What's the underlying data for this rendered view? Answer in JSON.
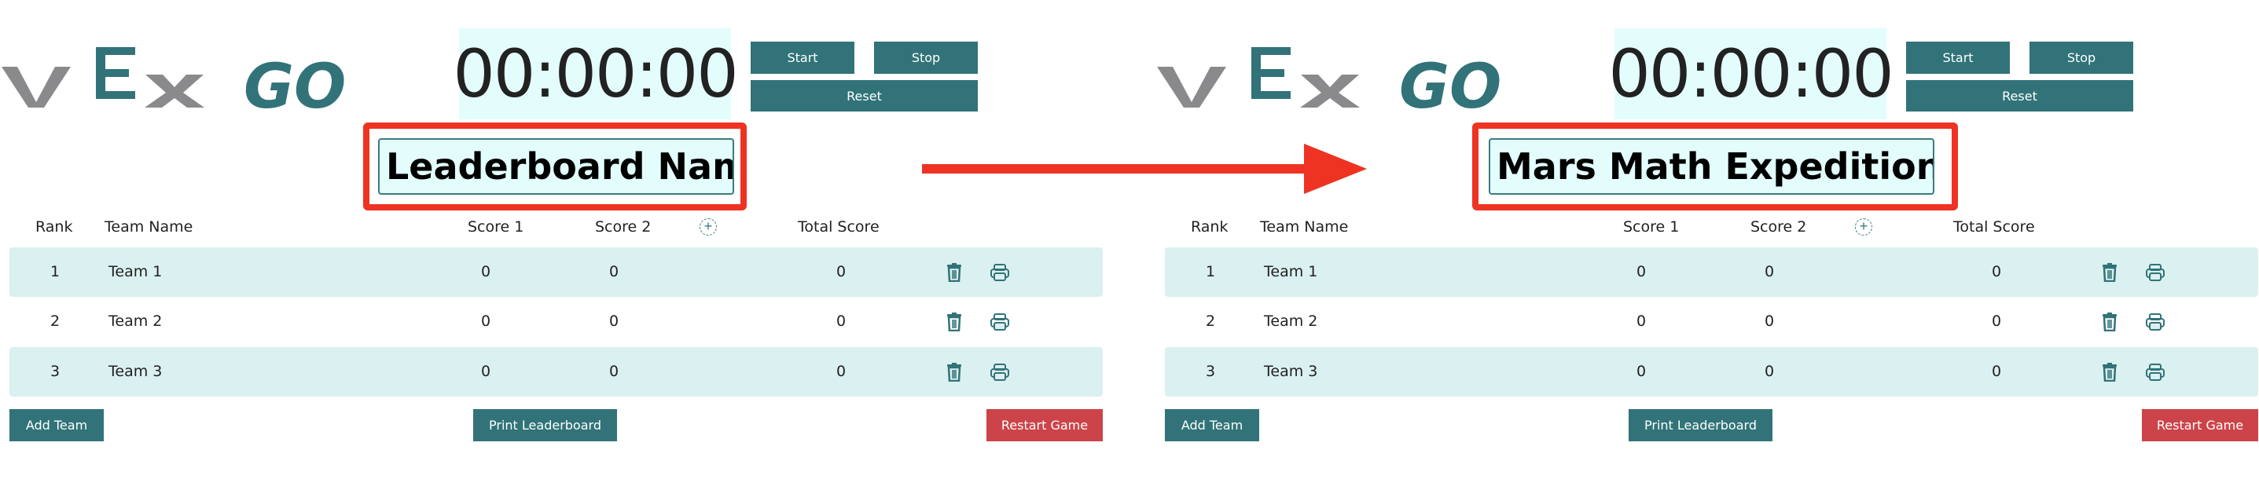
{
  "colors": {
    "accent": "#317378",
    "danger": "#cc4449",
    "highlight": "#ee3323",
    "timer_bg": "#e3fdfd",
    "row_bg": "#dbf0f0"
  },
  "panels": [
    {
      "logo": "VEX GO",
      "timer": "00:00:00",
      "start_label": "Start",
      "stop_label": "Stop",
      "reset_label": "Reset",
      "leaderboard_name": "Leaderboard Nam",
      "headers": {
        "rank": "Rank",
        "team": "Team Name",
        "score1": "Score 1",
        "score2": "Score 2",
        "add_score": "+",
        "total": "Total Score"
      },
      "rows": [
        {
          "rank": "1",
          "team": "Team 1",
          "score1": "0",
          "score2": "0",
          "total": "0"
        },
        {
          "rank": "2",
          "team": "Team 2",
          "score1": "0",
          "score2": "0",
          "total": "0"
        },
        {
          "rank": "3",
          "team": "Team 3",
          "score1": "0",
          "score2": "0",
          "total": "0"
        }
      ],
      "add_team": "Add Team",
      "print_leaderboard": "Print Leaderboard",
      "restart_game": "Restart Game"
    },
    {
      "logo": "VEX GO",
      "timer": "00:00:00",
      "start_label": "Start",
      "stop_label": "Stop",
      "reset_label": "Reset",
      "leaderboard_name": "Mars Math Expedition",
      "headers": {
        "rank": "Rank",
        "team": "Team Name",
        "score1": "Score 1",
        "score2": "Score 2",
        "add_score": "+",
        "total": "Total Score"
      },
      "rows": [
        {
          "rank": "1",
          "team": "Team 1",
          "score1": "0",
          "score2": "0",
          "total": "0"
        },
        {
          "rank": "2",
          "team": "Team 2",
          "score1": "0",
          "score2": "0",
          "total": "0"
        },
        {
          "rank": "3",
          "team": "Team 3",
          "score1": "0",
          "score2": "0",
          "total": "0"
        }
      ],
      "add_team": "Add Team",
      "print_leaderboard": "Print Leaderboard",
      "restart_game": "Restart Game"
    }
  ]
}
